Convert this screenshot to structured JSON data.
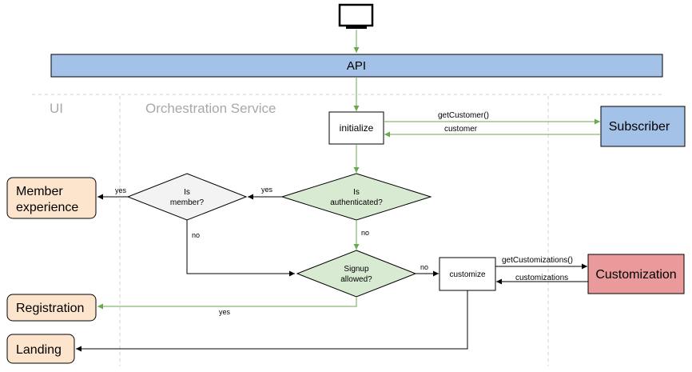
{
  "api": {
    "label": "API"
  },
  "lanes": {
    "ui": "UI",
    "orchestration": "Orchestration Service"
  },
  "nodes": {
    "initialize": "initialize",
    "subscriber": "Subscriber",
    "is_authenticated": [
      "Is",
      "authenticated?"
    ],
    "is_member": [
      "Is",
      "member?"
    ],
    "member_experience": [
      "Member",
      "experience"
    ],
    "signup_allowed": [
      "Signup",
      "allowed?"
    ],
    "customize": "customize",
    "customization": "Customization",
    "registration": "Registration",
    "landing": "Landing"
  },
  "edges": {
    "get_customer": "getCustomer()",
    "customer": "customer",
    "auth_yes": "yes",
    "auth_no": "no",
    "member_yes": "yes",
    "member_no": "no",
    "signup_no": "no",
    "signup_yes": "yes",
    "get_customizations": "getCustomizations()",
    "customizations": "customizations"
  },
  "icons": {
    "client": "monitor-icon"
  },
  "colors": {
    "api_fill": "#a4c2e8",
    "subscriber_fill": "#a4c2e8",
    "customization_fill": "#ea9a9a",
    "ui_fill": "#fce5cc",
    "decision_green": "#d9ead3",
    "decision_grey": "#f3f3f3",
    "arrow_green": "#6aa84f"
  }
}
